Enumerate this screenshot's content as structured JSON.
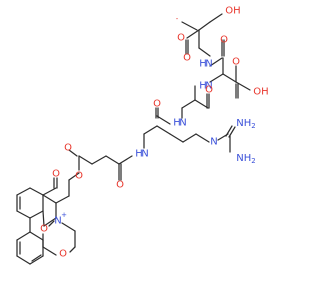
{
  "colors": {
    "bond": "#2d2d2d",
    "oxygen": "#e8362c",
    "nitrogen": "#3a50d9",
    "carbon": "#2d2d2d"
  },
  "labels": {
    "o_carboxylate": "O",
    "minus_sign": "-",
    "o_carbonyl_top": "O",
    "oh_serine": "OH",
    "nh_serine_amide": "N",
    "h_serine_amide": "H",
    "o_amide_asp": "O",
    "o_asp_acid": "O",
    "oh_asp_acid": "OH",
    "nh_asp_amide": "N",
    "h_asp_amide": "H",
    "o_gly_carbonyl": "O",
    "o_arg_carbonyl": "O",
    "nh_gly_amide": "N",
    "h_gly_amide": "H",
    "n_guanidine": "N",
    "nh2_upper": "NH",
    "nh2_upper_sub": "2",
    "nh2_lower": "NH",
    "nh2_lower_sub": "2",
    "nh_arg_amide": "N",
    "h_arg_amide": "H",
    "o_succ_amide": "O",
    "o_ester_carbonyl": "O",
    "o_ester": "O",
    "o_chromone_keto": "O",
    "o_ring_pyranone": "O",
    "n_morpholinium": "N",
    "plus_sign": "+",
    "o_morpholine": "O"
  }
}
